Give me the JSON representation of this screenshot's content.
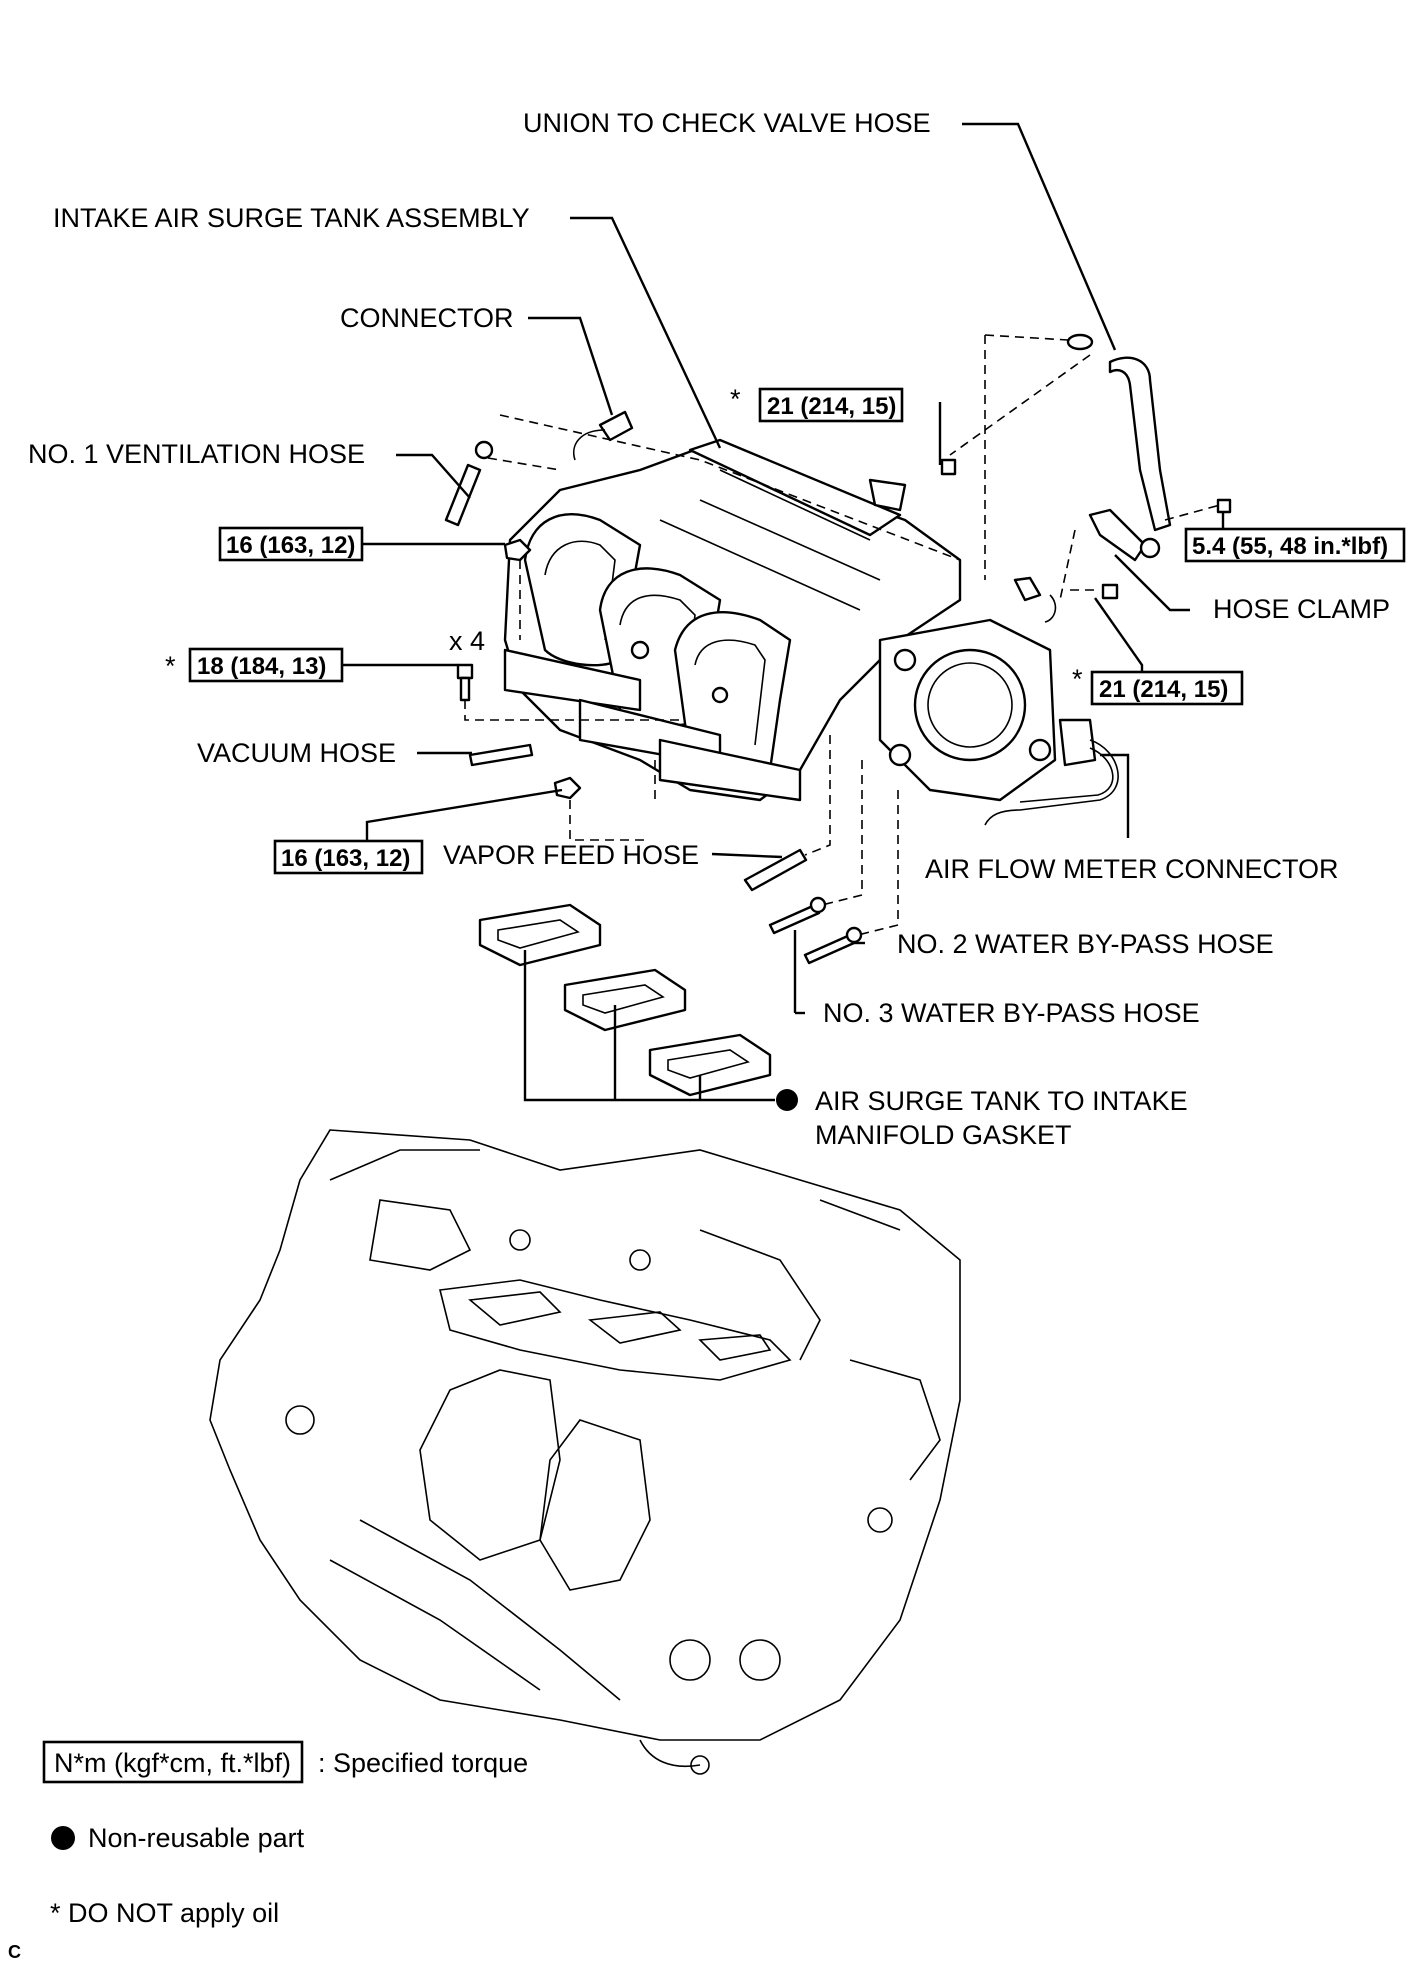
{
  "labels": {
    "union_hose": "UNION TO CHECK VALVE HOSE",
    "surge_tank": "INTAKE AIR SURGE TANK ASSEMBLY",
    "connector": "CONNECTOR",
    "vent_hose": "NO. 1 VENTILATION HOSE",
    "hose_clamp": "HOSE CLAMP",
    "vacuum_hose": "VACUUM HOSE",
    "vapor_hose": "VAPOR FEED HOSE",
    "afm_connector": "AIR FLOW METER CONNECTOR",
    "no2_water": "NO. 2 WATER BY-PASS HOSE",
    "no3_water": "NO. 3 WATER BY-PASS HOSE",
    "gasket_line1": "AIR SURGE TANK TO INTAKE",
    "gasket_line2": "MANIFOLD GASKET",
    "qty": "x 4",
    "star": "*"
  },
  "torques": {
    "t21_top": "21 (214, 15)",
    "t54": "5.4 (55, 48 in.*lbf)",
    "t16_upper": "16 (163, 12)",
    "t18": "18 (184, 13)",
    "t21_right": "21 (214, 15)",
    "t16_lower": "16 (163, 12)"
  },
  "legend": {
    "torque_box": "N*m (kgf*cm, ft.*lbf)",
    "torque_text": ": Specified torque",
    "nonreuse_text": "Non-reusable part",
    "nooil_text": "* DO NOT apply oil"
  },
  "figure_code": "C"
}
